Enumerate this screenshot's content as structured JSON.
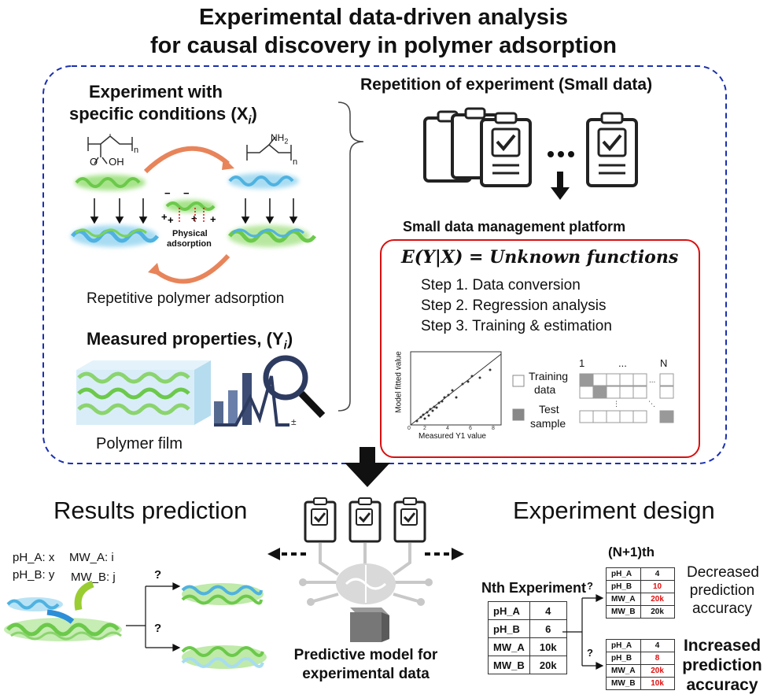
{
  "title": {
    "line1": "Experimental data-driven analysis",
    "line2": "for causal discovery in polymer adsorption"
  },
  "left_panel": {
    "exp_title_line1": "Experiment with",
    "exp_title_line2": "specific conditions (X",
    "exp_title_sub": "i",
    "exp_title_close": ")",
    "oh": "OH",
    "nh2": "NH",
    "nh2_sub": "2",
    "n1": "n",
    "n2": "n",
    "physical": "Physical",
    "adsorption": "adsorption",
    "repetitive": "Repetitive polymer adsorption",
    "measured": "Measured properties, (Y",
    "measured_sub": "i",
    "measured_close": ")",
    "polymer_film": "Polymer film"
  },
  "right_panel": {
    "repetition": "Repetition of experiment (Small data)",
    "platform": "Small data management platform",
    "equation": "E(Y|X) = Unknown functions",
    "steps": [
      "Step 1. Data conversion",
      "Step 2. Regression analysis",
      "Step 3. Training & estimation"
    ],
    "plot_ylabel": "Model fitted value",
    "plot_xlabel": "Measured Y1 value",
    "plot_ticks": [
      "0",
      "2",
      "4",
      "6",
      "8"
    ],
    "training": "Training",
    "training2": "data",
    "test": "Test",
    "test2": "sample",
    "col_1": "1",
    "col_dots": "...",
    "col_n": "N"
  },
  "bottom": {
    "results": "Results prediction",
    "design": "Experiment design",
    "ph_a": "pH_A: x",
    "mw_a": "MW_A: i",
    "ph_b": "pH_B: y",
    "mw_b": "MW_B: j",
    "q": "?",
    "predictive1": "Predictive model for",
    "predictive2": "experimental data",
    "nth": "Nth Experiment",
    "n1th": "(N+1)th",
    "decreased": [
      "Decreased",
      "prediction",
      "accuracy"
    ],
    "increased": [
      "Increased",
      "prediction",
      "accuracy"
    ]
  },
  "nth_table": [
    [
      "pH_A",
      "4"
    ],
    [
      "pH_B",
      "6"
    ],
    [
      "MW_A",
      "10k"
    ],
    [
      "MW_B",
      "20k"
    ]
  ],
  "t1_table": [
    [
      "pH_A",
      "4"
    ],
    [
      "pH_B",
      "10"
    ],
    [
      "MW_A",
      "20k"
    ],
    [
      "MW_B",
      "20k"
    ]
  ],
  "t2_table": [
    [
      "pH_A",
      "4"
    ],
    [
      "pH_B",
      "8"
    ],
    [
      "MW_A",
      "20k"
    ],
    [
      "MW_B",
      "10k"
    ]
  ],
  "colors": {
    "dashed_border": "#1a2fb0",
    "platform_border": "#d81010",
    "highlight": "#e01010",
    "arrow_orange": "#e8845a"
  }
}
